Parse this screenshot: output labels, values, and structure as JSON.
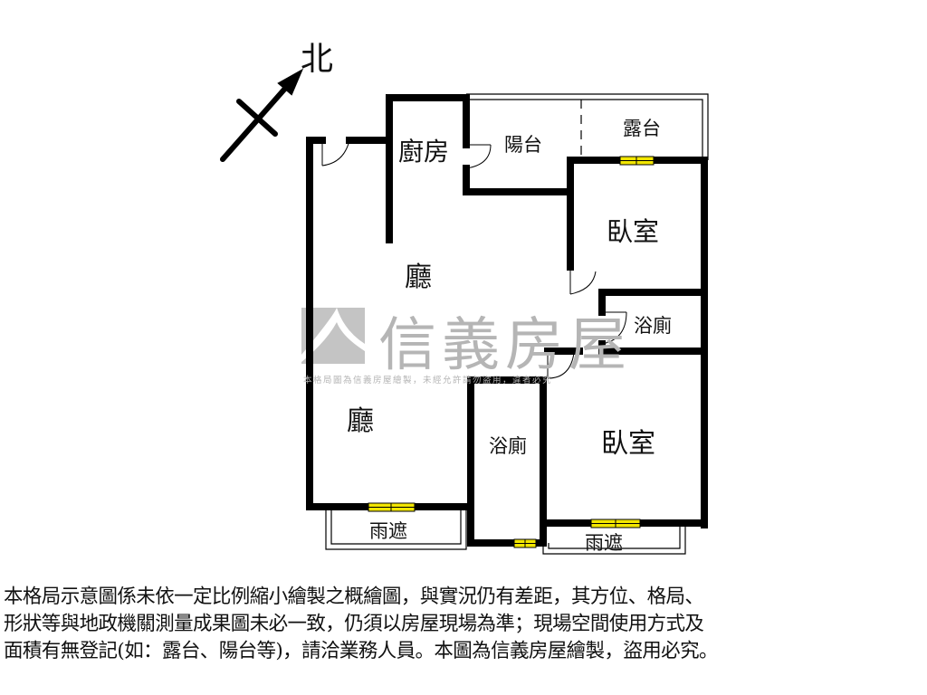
{
  "compass": {
    "label": "北"
  },
  "rooms": {
    "kitchen": "廚房",
    "balcony": "陽台",
    "terrace": "露台",
    "bedroom_top": "臥室",
    "living_top": "廳",
    "bath_right": "浴廁",
    "living_bottom": "廳",
    "bath_bottom": "浴廁",
    "bedroom_bottom": "臥室",
    "rain_shelter_left": "雨遮",
    "rain_shelter_right": "雨遮"
  },
  "watermark": {
    "brand": "信義房屋",
    "notice": "本格局圖為信義房屋繪製，未經允許請勿盜用，違者必究"
  },
  "disclaimer": [
    "本格局示意圖係未依一定比例縮小繪製之概繪圖，與實況仍有差距，其方位、格局、",
    "形狀等與地政機關測量成果圖未必一致，仍須以房屋現場為準；現場空間使用方式及",
    "面積有無登記(如：露台、陽台等)，請洽業務人員。本圖為信義房屋繪製，盜用必究。"
  ],
  "colors": {
    "wall": "#000000",
    "window": "#f2e600",
    "watermark": "#b5b5b5"
  }
}
